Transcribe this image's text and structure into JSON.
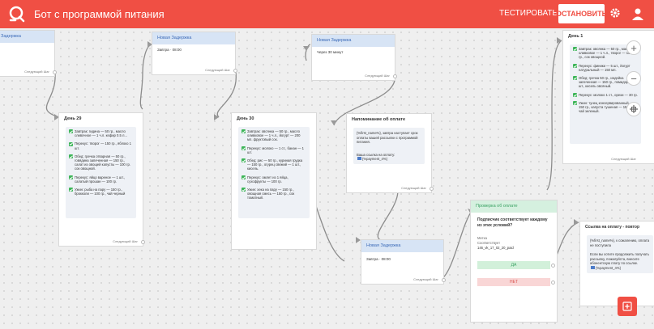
{
  "app": {
    "title": "Бот с программой питания",
    "test_label": "ТЕСТИРОВАТЬ",
    "stop_label": "ОСТАНОВИТЬ"
  },
  "colors": {
    "brand": "#f04f44",
    "delay_header": "#d7e4f5",
    "check_header": "#d5f0df",
    "check_icon": "#3eb559"
  },
  "next_step": "Следующий Шаг",
  "nodes": {
    "delay_partial": {
      "title": "Задержка"
    },
    "delay1": {
      "title": "Новая Задержка",
      "text": "Завтра · 08:00"
    },
    "delay2": {
      "title": "Новая Задержка",
      "text": "Через 30 минут"
    },
    "delay3": {
      "title": "Новая Задержка",
      "text": "Завтра · 08:00"
    },
    "day29": {
      "title": "День 29",
      "items": [
        "Завтрак: гидина — 50 гр., масло сливочное — 1 ч.л. кефир 0.5 л...",
        "Перекус: творог — 150 гр., яблоко 1 шт.",
        "Обед: гречка отварная — 50 гр., говядина запеченная — 150 гр., салат из овощей капусты — 100 гр. сок овощной.",
        "Перекус: яйцо вареное — 1 шт., салатый прошан — 100 гр.",
        "Ужин: рыба на пару — 150 гр., брокколи — 100 гр., чай черный"
      ]
    },
    "day30": {
      "title": "День 30",
      "items": [
        "Завтрак: овсянка — 50 гр., масло оливковое — 1 ч.л., йогурт — 200 мл. фруктовый сок.",
        "Перекус: молоко — 1 ст., банан — 1 шт.",
        "Обед: рис — 50 гр., куриная грудка — 150 гр., огурец свежий — 1 шт., кисель.",
        "Перекус: омлет из 1 яйца, сухофрукты — 100 гр.",
        "Ужин: хека на пару — 150 гр., овощная смесь — 150 гр., сок томатный."
      ]
    },
    "day1": {
      "title": "День 1",
      "items": [
        "Завтрак: овсянка — 50 гр., масло оливковое — 1 ч.л., творог — 150 гр., сок овощной.",
        "Перекус: финики — 5 шт., йогурт натуральный — 150 мл.",
        "Обед: гречка 50 гр., индейка запеченная — 150 гр., помидор — 1 шт., кисель овсяный.",
        "Перекус: молоко 1 ст., орехи — 30 гр.",
        "Ужин: тунец консервированный — 150 гр., капуста тушеная — 150 гр., чай зеленый."
      ]
    },
    "reminder": {
      "title": "Напоминание об оплате",
      "text1": "{%first_name%}, завтра наступает срок оплаты вашей рассылки с программой питания.",
      "text2": "Ваша ссылка на оплату:",
      "tag": "{%payment_4%}"
    },
    "check": {
      "title": "Проверка об оплате",
      "question": "Подписчик соответствует каждому из этих условий?",
      "cond_label": "Метка",
      "cond_op": "Соответствует",
      "cond_value": "146_vk_17_02_20_paid",
      "yes": "ДА",
      "no": "НЕТ"
    },
    "link": {
      "title": "Ссылка на оплату - повтор",
      "text1": "{%first_name%}, к сожалению, оплата не поступила",
      "text2": "Если вы хотите продолжить получать рассылку, пожалуйста, внесите абонентскую плату по ссылке.",
      "tag": "{%payment_4%}"
    }
  }
}
